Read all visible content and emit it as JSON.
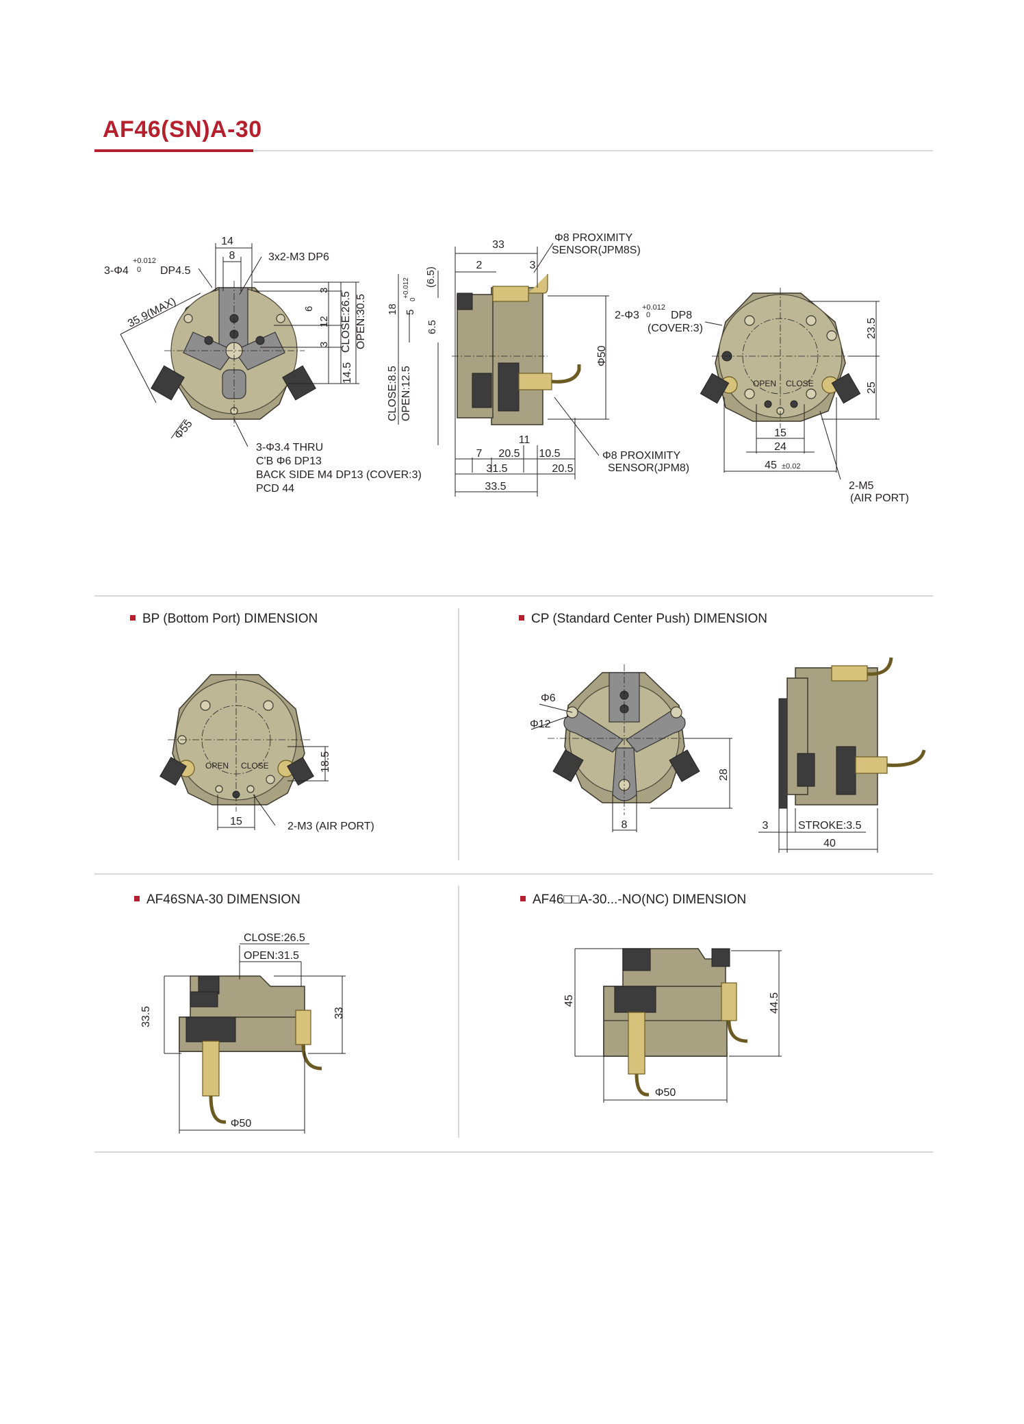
{
  "header": {
    "title": "AF46(SN)A-30"
  },
  "main_views": {
    "front": {
      "labels": [
        "14",
        "8",
        "3x2-M3 DP6",
        "3-Φ4",
        "+0.012",
        "0",
        "DP4.5",
        "35.9(MAX)",
        "3",
        "6",
        "12",
        "3",
        "CLOSE:26.5",
        "OPEN:30.5",
        "14.5",
        "Φ55"
      ],
      "note": [
        "3-Φ3.4 THRU",
        "C'B Φ6 DP13",
        "BACK SIDE M4 DP13 (COVER:3)",
        "PCD 44"
      ]
    },
    "side": {
      "labels": [
        "33",
        "2",
        "3",
        "(6.5)",
        "5",
        "+0.012",
        "0",
        "18",
        "6.5",
        "CLOSE:8.5",
        "OPEN:12.5",
        "Φ50",
        "11",
        "7",
        "20.5",
        "10.5",
        "31.5",
        "20.5",
        "33.5"
      ],
      "sensor_top": [
        "Φ8 PROXIMITY",
        "SENSOR(JPM8S)"
      ],
      "sensor_bottom": [
        "Φ8 PROXIMITY",
        "SENSOR(JPM8)"
      ]
    },
    "back": {
      "labels": [
        "2-Φ3",
        "+0.012",
        "0",
        "DP8",
        "(COVER:3)",
        "23.5",
        "25",
        "OPEN",
        "CLOSE",
        "15",
        "24",
        "45",
        "±0.02",
        "2-M5",
        "(AIR PORT)"
      ]
    }
  },
  "sections": {
    "bp": {
      "title": "BP (Bottom Port) DIMENSION",
      "labels": [
        "OPEN",
        "CLOSE",
        "18.5",
        "15",
        "2-M3 (AIR PORT)"
      ]
    },
    "cp": {
      "title": "CP (Standard Center Push) DIMENSION",
      "labels": [
        "Φ6",
        "Φ12",
        "28",
        "8",
        "3",
        "STROKE:3.5",
        "40"
      ]
    },
    "sna": {
      "title": "AF46SNA-30 DIMENSION",
      "labels": [
        "CLOSE:26.5",
        "OPEN:31.5",
        "33.5",
        "33",
        "Φ50"
      ]
    },
    "no": {
      "title": "AF46□□A-30...-NO(NC) DIMENSION",
      "labels": [
        "45",
        "44.5",
        "Φ50"
      ]
    }
  },
  "colors": {
    "accent": "#b5202e",
    "body": "#a9a282",
    "brass": "#d6c27b",
    "rule": "#d9d9d9"
  }
}
